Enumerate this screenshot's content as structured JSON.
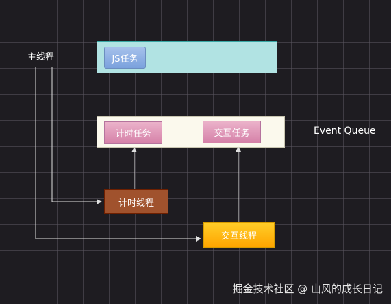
{
  "diagram": {
    "main_thread_label": "主线程",
    "event_queue_label": "Event Queue",
    "js_task_label": "JS任务",
    "timer_task_label": "计时任务",
    "interaction_task_label": "交互任务",
    "timer_thread_label": "计时线程",
    "interaction_thread_label": "交互线程"
  },
  "watermark": "掘金技术社区 @ 山风的成长日记",
  "colors": {
    "background": "#1e1c21",
    "js_lane_fill": "#b1e3e3",
    "event_queue_fill": "#fbf9ed",
    "js_task_fill": "#7aa1dd",
    "task_fill": "#d581a8",
    "timer_thread_fill": "#a0522d",
    "interaction_thread_fill": "#ffa500",
    "connector": "#e0e0e0"
  }
}
